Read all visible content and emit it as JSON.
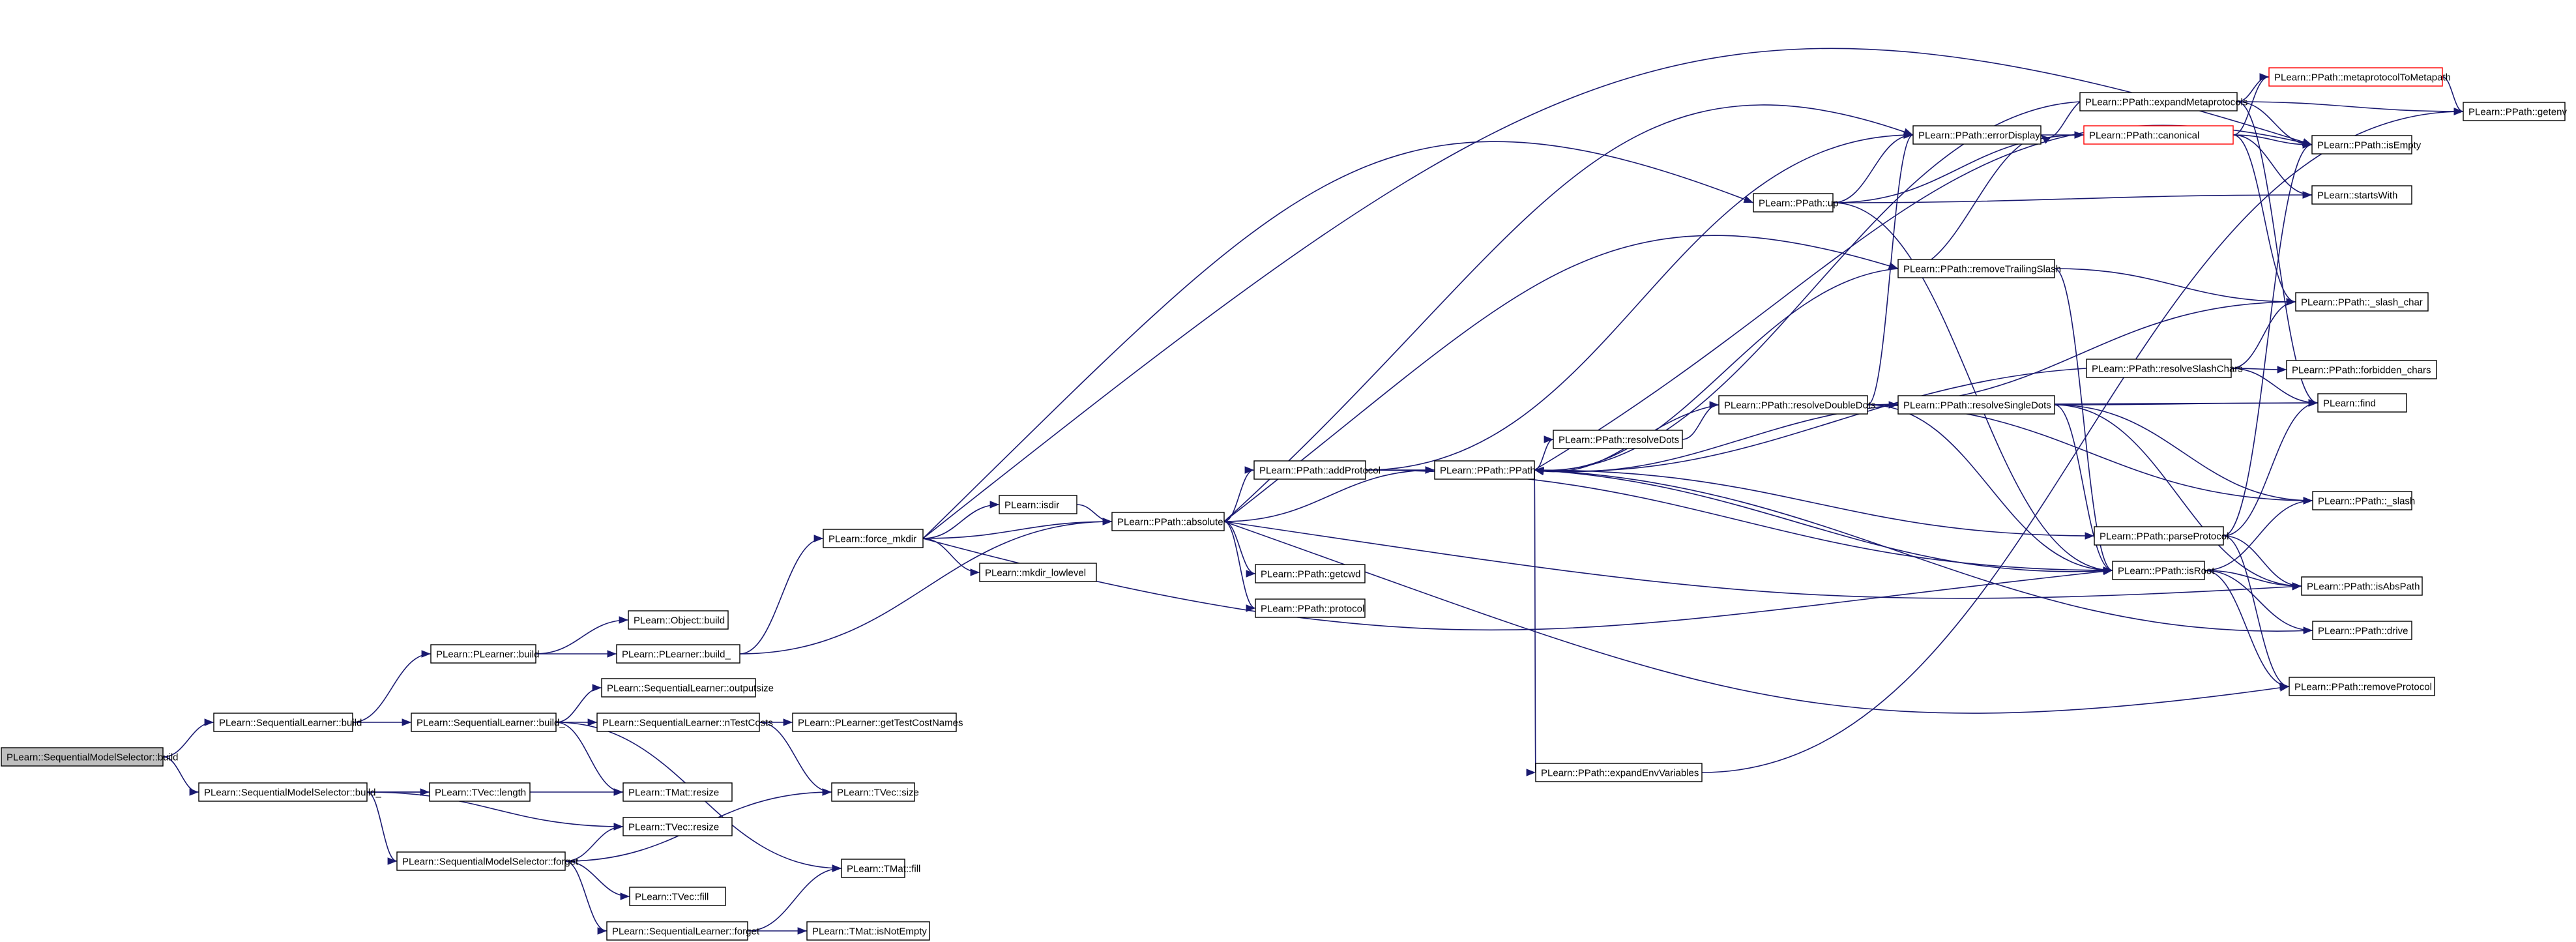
{
  "colors": {
    "edge": "#191970",
    "root_fill": "#bfbfbf",
    "node_border": "#000000",
    "highlight_border": "#ff0000"
  },
  "nodes": [
    {
      "id": "n0",
      "label": "PLearn::SequentialModelSelector::build",
      "style": "root"
    },
    {
      "id": "n1",
      "label": "PLearn::SequentialLearner::build"
    },
    {
      "id": "n2",
      "label": "PLearn::SequentialModelSelector::build_"
    },
    {
      "id": "n3",
      "label": "PLearn::PLearner::build"
    },
    {
      "id": "n4",
      "label": "PLearn::SequentialLearner::build_"
    },
    {
      "id": "n5",
      "label": "PLearn::TVec::length"
    },
    {
      "id": "n6",
      "label": "PLearn::SequentialModelSelector::forget"
    },
    {
      "id": "n7",
      "label": "PLearn::Object::build"
    },
    {
      "id": "n8",
      "label": "PLearn::PLearner::build_"
    },
    {
      "id": "n9",
      "label": "PLearn::SequentialLearner::outputsize"
    },
    {
      "id": "n10",
      "label": "PLearn::SequentialLearner::nTestCosts"
    },
    {
      "id": "n11",
      "label": "PLearn::TMat::resize"
    },
    {
      "id": "n12",
      "label": "PLearn::TVec::resize"
    },
    {
      "id": "n13",
      "label": "PLearn::TVec::fill"
    },
    {
      "id": "n14",
      "label": "PLearn::SequentialLearner::forget"
    },
    {
      "id": "n15",
      "label": "PLearn::PLearner::getTestCostNames"
    },
    {
      "id": "n16",
      "label": "PLearn::TVec::size"
    },
    {
      "id": "n17",
      "label": "PLearn::TMat::fill"
    },
    {
      "id": "n18",
      "label": "PLearn::TMat::isNotEmpty"
    },
    {
      "id": "n19",
      "label": "PLearn::force_mkdir"
    },
    {
      "id": "n20",
      "label": "PLearn::isdir"
    },
    {
      "id": "n21",
      "label": "PLearn::mkdir_lowlevel"
    },
    {
      "id": "n22",
      "label": "PLearn::PPath::absolute"
    },
    {
      "id": "n23",
      "label": "PLearn::PPath::addProtocol"
    },
    {
      "id": "n24",
      "label": "PLearn::PPath::getcwd"
    },
    {
      "id": "n25",
      "label": "PLearn::PPath::protocol"
    },
    {
      "id": "n26",
      "label": "PLearn::PPath::PPath"
    },
    {
      "id": "n27",
      "label": "PLearn::PPath::resolveDots"
    },
    {
      "id": "n28",
      "label": "PLearn::PPath::expandEnvVariables"
    },
    {
      "id": "n29",
      "label": "PLearn::PPath::resolveDoubleDots"
    },
    {
      "id": "n30",
      "label": "PLearn::PPath::up"
    },
    {
      "id": "n31",
      "label": "PLearn::PPath::errorDisplay"
    },
    {
      "id": "n32",
      "label": "PLearn::PPath::removeTrailingSlash"
    },
    {
      "id": "n33",
      "label": "PLearn::PPath::resolveSingleDots"
    },
    {
      "id": "n34",
      "label": "PLearn::PPath::expandMetaprotocols"
    },
    {
      "id": "n35",
      "label": "PLearn::PPath::canonical",
      "style": "red"
    },
    {
      "id": "n36",
      "label": "PLearn::PPath::resolveSlashChars"
    },
    {
      "id": "n37",
      "label": "PLearn::PPath::parseProtocol"
    },
    {
      "id": "n38",
      "label": "PLearn::PPath::isRoot"
    },
    {
      "id": "n39",
      "label": "PLearn::PPath::metaprotocolToMetapath",
      "style": "red"
    },
    {
      "id": "n40",
      "label": "PLearn::PPath::isEmpty"
    },
    {
      "id": "n41",
      "label": "PLearn::startsWith"
    },
    {
      "id": "n42",
      "label": "PLearn::PPath::_slash_char"
    },
    {
      "id": "n43",
      "label": "PLearn::PPath::forbidden_chars"
    },
    {
      "id": "n44",
      "label": "PLearn::find"
    },
    {
      "id": "n45",
      "label": "PLearn::PPath::_slash"
    },
    {
      "id": "n46",
      "label": "PLearn::PPath::isAbsPath"
    },
    {
      "id": "n47",
      "label": "PLearn::PPath::drive"
    },
    {
      "id": "n48",
      "label": "PLearn::PPath::removeProtocol"
    },
    {
      "id": "n49",
      "label": "PLearn::PPath::getenv"
    }
  ],
  "edges": [
    [
      "n0",
      "n1"
    ],
    [
      "n0",
      "n2"
    ],
    [
      "n1",
      "n3"
    ],
    [
      "n1",
      "n4"
    ],
    [
      "n2",
      "n5"
    ],
    [
      "n2",
      "n6"
    ],
    [
      "n2",
      "n11"
    ],
    [
      "n2",
      "n12"
    ],
    [
      "n3",
      "n7"
    ],
    [
      "n3",
      "n8"
    ],
    [
      "n4",
      "n9"
    ],
    [
      "n4",
      "n10"
    ],
    [
      "n4",
      "n11"
    ],
    [
      "n4",
      "n17"
    ],
    [
      "n6",
      "n12"
    ],
    [
      "n6",
      "n13"
    ],
    [
      "n6",
      "n14"
    ],
    [
      "n6",
      "n16"
    ],
    [
      "n10",
      "n15"
    ],
    [
      "n10",
      "n16"
    ],
    [
      "n14",
      "n17"
    ],
    [
      "n14",
      "n18"
    ],
    [
      "n8",
      "n19"
    ],
    [
      "n8",
      "n22"
    ],
    [
      "n19",
      "n20"
    ],
    [
      "n19",
      "n21"
    ],
    [
      "n19",
      "n22"
    ],
    [
      "n19",
      "n30"
    ],
    [
      "n19",
      "n38"
    ],
    [
      "n19",
      "n40"
    ],
    [
      "n20",
      "n22"
    ],
    [
      "n22",
      "n23"
    ],
    [
      "n22",
      "n24"
    ],
    [
      "n22",
      "n25"
    ],
    [
      "n22",
      "n26"
    ],
    [
      "n22",
      "n31"
    ],
    [
      "n22",
      "n32"
    ],
    [
      "n22",
      "n46"
    ],
    [
      "n22",
      "n48"
    ],
    [
      "n23",
      "n26"
    ],
    [
      "n23",
      "n31"
    ],
    [
      "n23",
      "n38"
    ],
    [
      "n26",
      "n27"
    ],
    [
      "n26",
      "n28"
    ],
    [
      "n26",
      "n37"
    ],
    [
      "n26",
      "n40"
    ],
    [
      "n27",
      "n29"
    ],
    [
      "n28",
      "n49"
    ],
    [
      "n29",
      "n26"
    ],
    [
      "n29",
      "n31"
    ],
    [
      "n29",
      "n33"
    ],
    [
      "n29",
      "n38"
    ],
    [
      "n29",
      "n42"
    ],
    [
      "n29",
      "n44"
    ],
    [
      "n29",
      "n45"
    ],
    [
      "n30",
      "n31"
    ],
    [
      "n30",
      "n35"
    ],
    [
      "n30",
      "n38"
    ],
    [
      "n30",
      "n41"
    ],
    [
      "n31",
      "n35"
    ],
    [
      "n32",
      "n26"
    ],
    [
      "n32",
      "n31"
    ],
    [
      "n32",
      "n38"
    ],
    [
      "n32",
      "n42"
    ],
    [
      "n33",
      "n26"
    ],
    [
      "n33",
      "n38"
    ],
    [
      "n33",
      "n44"
    ],
    [
      "n33",
      "n45"
    ],
    [
      "n33",
      "n46"
    ],
    [
      "n34",
      "n26"
    ],
    [
      "n34",
      "n31"
    ],
    [
      "n34",
      "n39"
    ],
    [
      "n34",
      "n40"
    ],
    [
      "n34",
      "n44"
    ],
    [
      "n34",
      "n49"
    ],
    [
      "n35",
      "n39"
    ],
    [
      "n35",
      "n40"
    ],
    [
      "n35",
      "n41"
    ],
    [
      "n35",
      "n42"
    ],
    [
      "n36",
      "n26"
    ],
    [
      "n36",
      "n42"
    ],
    [
      "n36",
      "n43"
    ],
    [
      "n36",
      "n44"
    ],
    [
      "n37",
      "n40"
    ],
    [
      "n37",
      "n44"
    ],
    [
      "n37",
      "n46"
    ],
    [
      "n37",
      "n48"
    ],
    [
      "n38",
      "n26"
    ],
    [
      "n38",
      "n45"
    ],
    [
      "n38",
      "n46"
    ],
    [
      "n38",
      "n47"
    ],
    [
      "n38",
      "n48"
    ],
    [
      "n39",
      "n49"
    ],
    [
      "n47",
      "n26"
    ]
  ]
}
